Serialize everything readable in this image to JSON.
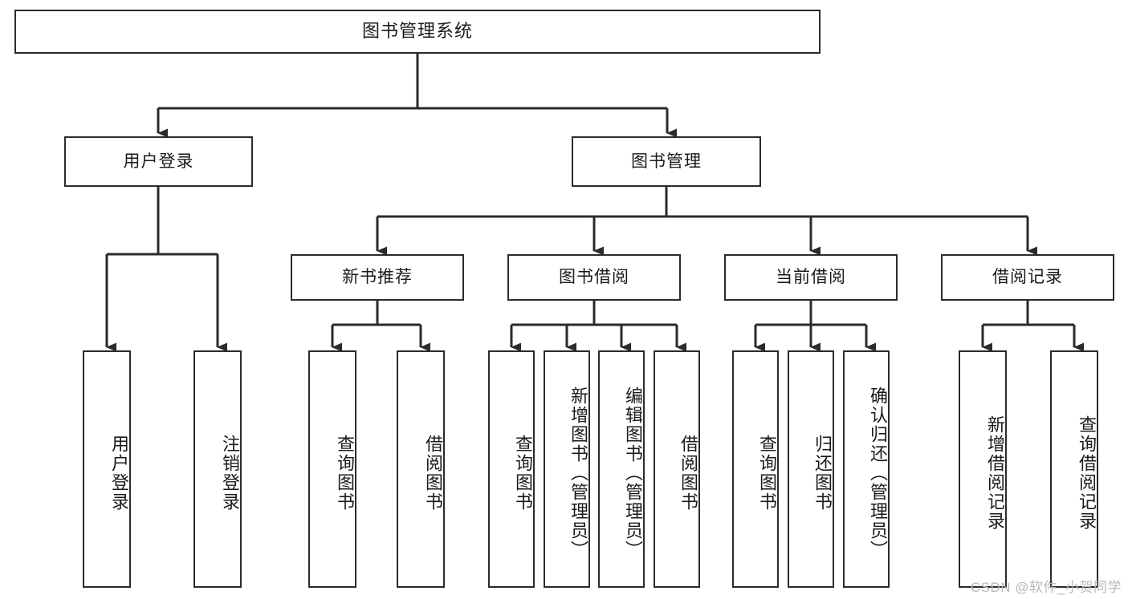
{
  "diagram": {
    "title": "图书管理系统",
    "type": "tree-hierarchy-chart",
    "stroke_color": "#2b2b2b",
    "background_color": "#ffffff",
    "watermark": "CSDN @软件_小贺同学",
    "nodes": {
      "root": {
        "label": "图书管理系统"
      },
      "level2": [
        {
          "id": "user-login",
          "label": "用户登录"
        },
        {
          "id": "book-management",
          "label": "图书管理"
        }
      ],
      "level3": [
        {
          "id": "new-book-recommend",
          "label": "新书推荐"
        },
        {
          "id": "book-borrow",
          "label": "图书借阅"
        },
        {
          "id": "current-borrow",
          "label": "当前借阅"
        },
        {
          "id": "borrow-record",
          "label": "借阅记录"
        }
      ],
      "leaves": {
        "user-login": [
          {
            "id": "leaf-user-login",
            "label": "用户登录"
          },
          {
            "id": "leaf-logout-login",
            "label": "注销登录"
          }
        ],
        "new-book-recommend": [
          {
            "id": "leaf-query-book-1",
            "label": "查询图书"
          },
          {
            "id": "leaf-borrow-book-1",
            "label": "借阅图书"
          }
        ],
        "book-borrow": [
          {
            "id": "leaf-query-book-2",
            "label": "查询图书"
          },
          {
            "id": "leaf-add-book-admin",
            "label": "新增图书（管理员）"
          },
          {
            "id": "leaf-edit-book-admin",
            "label": "编辑图书（管理员）"
          },
          {
            "id": "leaf-borrow-book-2",
            "label": "借阅图书"
          }
        ],
        "current-borrow": [
          {
            "id": "leaf-query-book-3",
            "label": "查询图书"
          },
          {
            "id": "leaf-return-book",
            "label": "归还图书"
          },
          {
            "id": "leaf-confirm-return-admin",
            "label": "确认归还（管理员）"
          }
        ],
        "borrow-record": [
          {
            "id": "leaf-add-borrow-record",
            "label": "新增借阅记录"
          },
          {
            "id": "leaf-query-borrow-record",
            "label": "查询借阅记录"
          }
        ]
      }
    }
  }
}
